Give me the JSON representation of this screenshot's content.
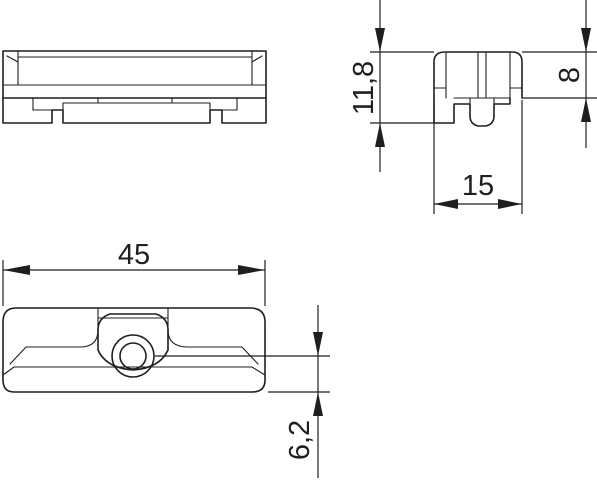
{
  "dimensions": {
    "length": "45",
    "width": "15",
    "height_total": "11,8",
    "height_body": "8",
    "hole_offset": "6,2"
  }
}
